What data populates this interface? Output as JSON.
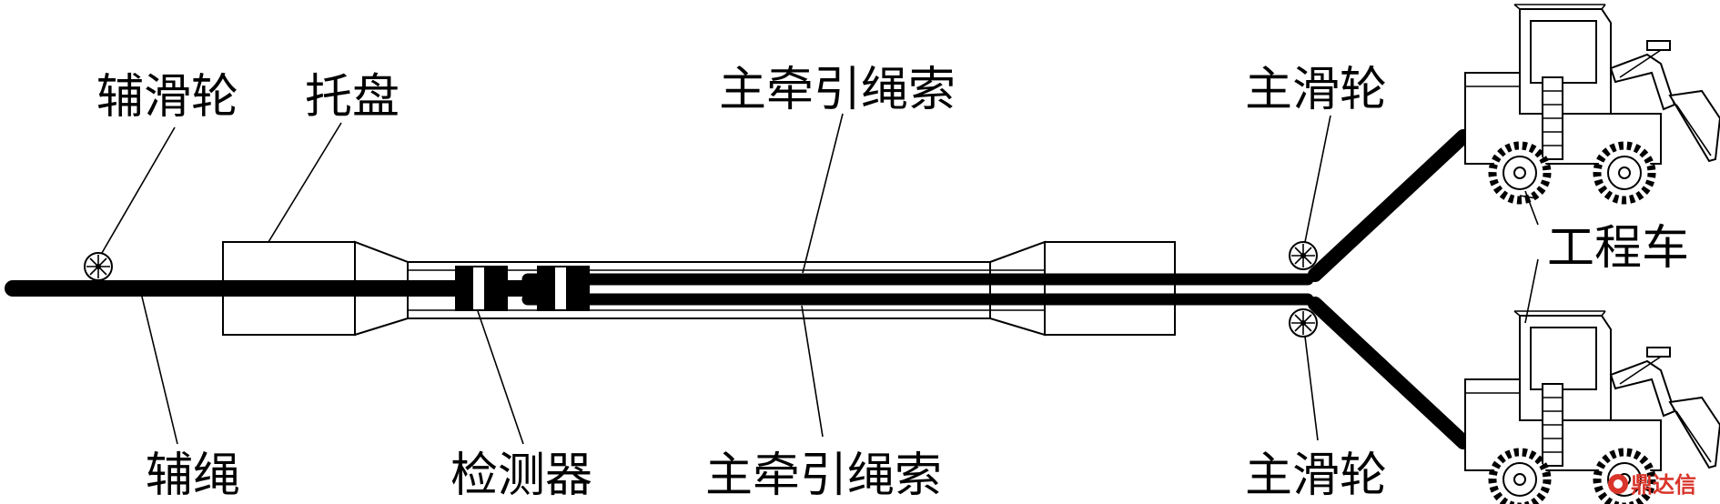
{
  "labels": {
    "aux_pulley": "辅滑轮",
    "tray": "托盘",
    "main_rope_top": "主牵引绳索",
    "main_pulley_top": "主滑轮",
    "engineering_vehicle": "工程车",
    "aux_rope": "辅绳",
    "detector": "检测器",
    "main_rope_bottom": "主牵引绳索",
    "main_pulley_bottom": "主滑轮"
  },
  "watermark": "鼎达信",
  "colors": {
    "line": "#000000",
    "watermark": "#d9352b"
  },
  "icons": [
    "pulley-icon",
    "loader-vehicle-icon",
    "watermark-logo-icon"
  ]
}
